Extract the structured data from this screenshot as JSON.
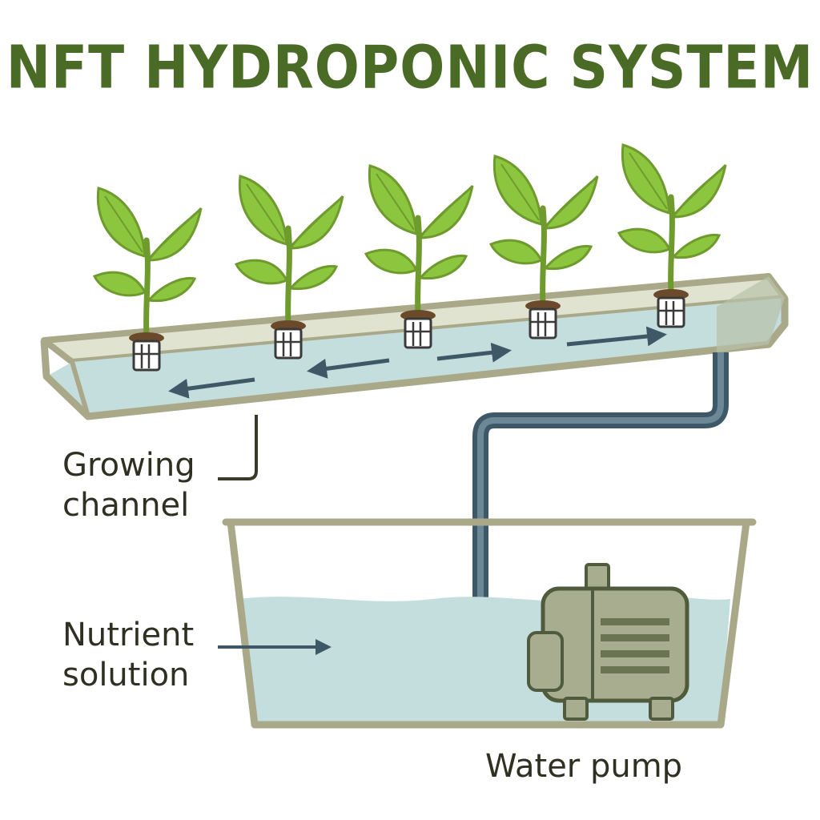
{
  "title": "NFT HYDROPONIC SYSTEM",
  "labels": {
    "growing_channel": [
      "Growing",
      "channel"
    ],
    "nutrient_solution": [
      "Nutrient",
      "solution"
    ],
    "water_pump": "Water pump"
  },
  "colors": {
    "title": "#4a6b26",
    "leaf": "#8cc63e",
    "leaf_dark": "#5f8f2a",
    "channel_frame": "#a9a98a",
    "water": "#c4dede",
    "pipe": "#3f5868",
    "pump": "#a7ad8e",
    "arrow": "#3f5868",
    "reservoir_frame": "#a9a98a"
  },
  "icons": [
    "plant-icon",
    "net-pot-icon",
    "flow-arrow-icon",
    "water-pump-icon",
    "pipe"
  ]
}
